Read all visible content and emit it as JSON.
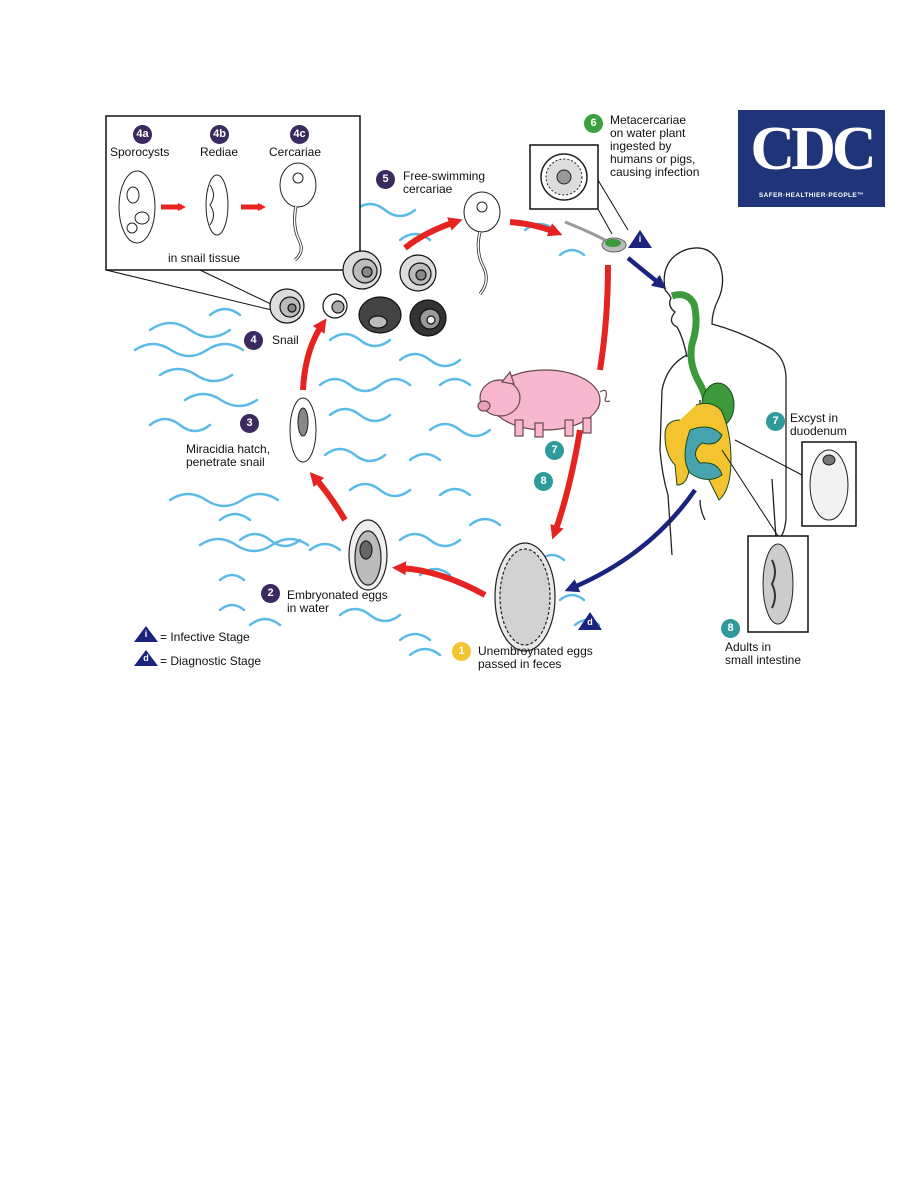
{
  "logo": {
    "text": "CDC",
    "tagline": "SAFER·HEALTHIER·PEOPLE™"
  },
  "stages": {
    "s1": {
      "badge": "1",
      "label": "Unembroynated eggs\npassed in feces"
    },
    "s2": {
      "badge": "2",
      "label": "Embryonated eggs\nin water"
    },
    "s3": {
      "badge": "3",
      "label": "Miracidia hatch,\npenetrate snail"
    },
    "s4": {
      "badge": "4",
      "label": "Snail"
    },
    "s4a": {
      "badge": "4a",
      "label": "Sporocysts"
    },
    "s4b": {
      "badge": "4b",
      "label": "Rediae"
    },
    "s4c": {
      "badge": "4c",
      "label": "Cercariae"
    },
    "snail_box_caption": "in snail tissue",
    "s5": {
      "badge": "5",
      "label": "Free-swimming\ncercariae"
    },
    "s6": {
      "badge": "6",
      "label": "Metacercariae\non water plant\ningested by\nhumans or pigs,\ncausing infection"
    },
    "s7": {
      "badge": "7",
      "label": "Excyst in\nduodenum"
    },
    "s8": {
      "badge": "8",
      "label": "Adults in\nsmall intestine"
    },
    "pig7": {
      "badge": "7"
    },
    "pig8": {
      "badge": "8"
    }
  },
  "legend": {
    "infective": {
      "symbol": "i",
      "label": "= Infective Stage"
    },
    "diagnostic": {
      "symbol": "d",
      "label": "= Diagnostic Stage"
    }
  },
  "colors": {
    "red_arrow": "#e52421",
    "blue_arrow": "#1a237e",
    "water": "#5bbbe8",
    "pig": "#f7b8cf",
    "digestive_green": "#3c9a3c",
    "colon_yellow": "#f4c430",
    "intestine_teal": "#47a3b0"
  }
}
